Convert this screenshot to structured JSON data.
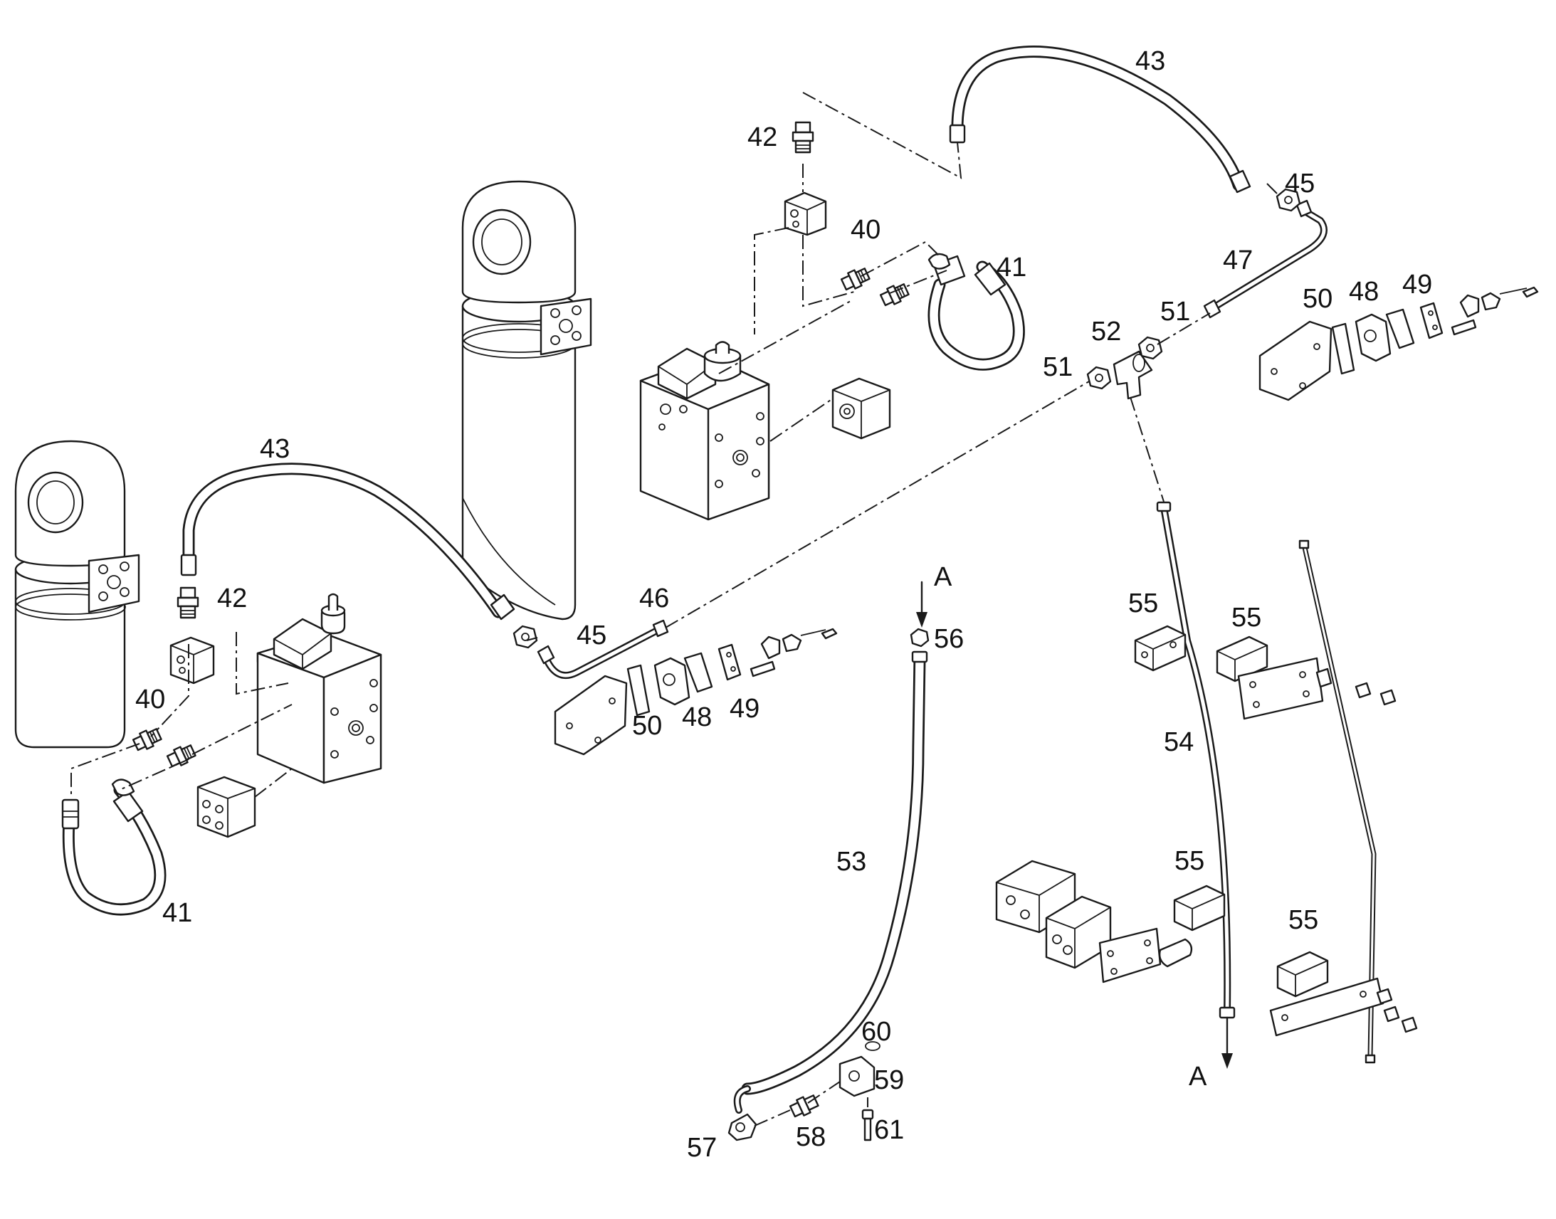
{
  "callouts": {
    "c40a": "40",
    "c40b": "40",
    "c41a": "41",
    "c41b": "41",
    "c42a": "42",
    "c42b": "42",
    "c43a": "43",
    "c43b": "43",
    "c45a": "45",
    "c45b": "45",
    "c46": "46",
    "c47": "47",
    "c48a": "48",
    "c48b": "48",
    "c49a": "49",
    "c49b": "49",
    "c50a": "50",
    "c50b": "50",
    "c51a": "51",
    "c51b": "51",
    "c52": "52",
    "c53": "53",
    "c54": "54",
    "c55a": "55",
    "c55b": "55",
    "c55c": "55",
    "c55d": "55",
    "c56": "56",
    "c57": "57",
    "c58": "58",
    "c59": "59",
    "c60": "60",
    "c61": "61",
    "cAa": "A",
    "cAb": "A"
  },
  "colors": {
    "line": "#1a1a1a",
    "background": "#ffffff"
  }
}
